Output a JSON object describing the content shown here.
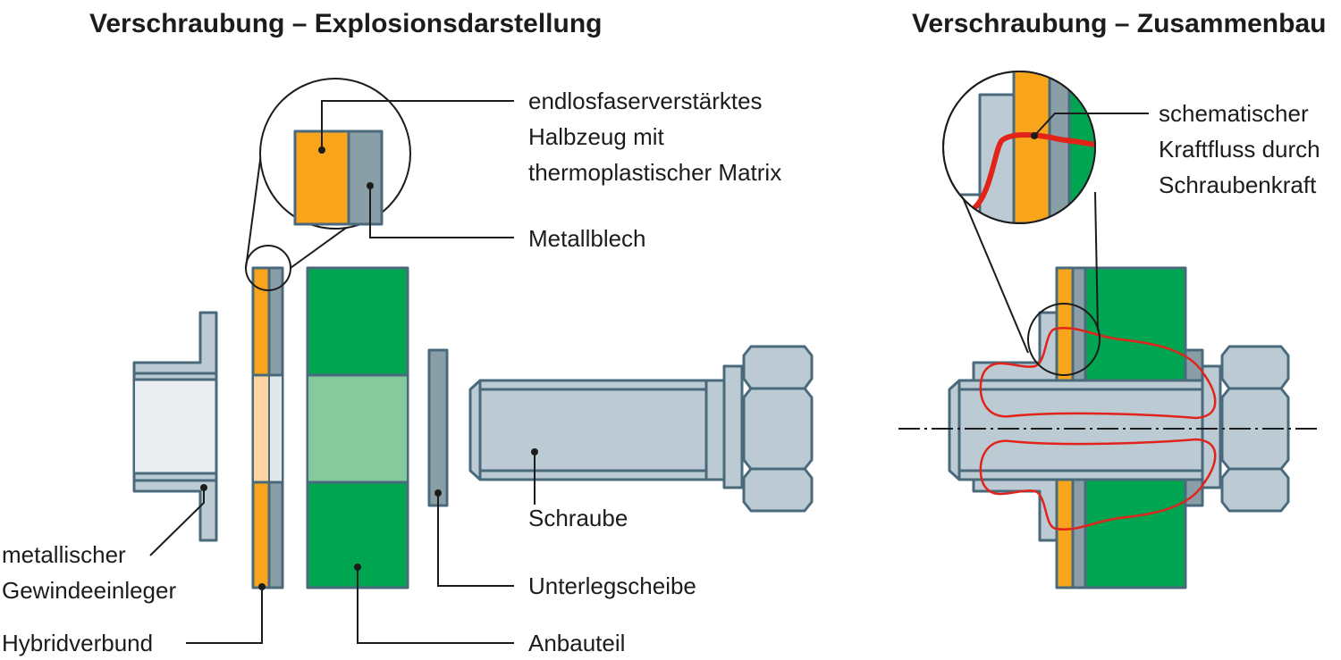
{
  "titles": {
    "exploded": "Verschraubung – Explosionsdarstellung",
    "assembled": "Verschraubung – Zusammenbau"
  },
  "labels": {
    "halbzeug_1": "endlosfaserverstärktes",
    "halbzeug_2": "Halbzeug mit",
    "halbzeug_3": "thermoplastischer Matrix",
    "metallblech": "Metallblech",
    "einleger_1": "metallischer",
    "einleger_2": "Gewindeeinleger",
    "hybridverbund": "Hybridverbund",
    "schraube": "Schraube",
    "unterlegscheibe": "Unterlegscheibe",
    "anbauteil": "Anbauteil",
    "kraftfluss_1": "schematischer",
    "kraftfluss_2": "Kraftfluss durch",
    "kraftfluss_3": "Schraubenkraft"
  },
  "colors": {
    "orange": "#f9a51b",
    "steel_blue": "#8a9ea8",
    "metal_light": "#bccad3",
    "green": "#00a551",
    "light_green": "#85c99c",
    "force_red": "#e2231a",
    "outline": "#4a6a7c"
  }
}
